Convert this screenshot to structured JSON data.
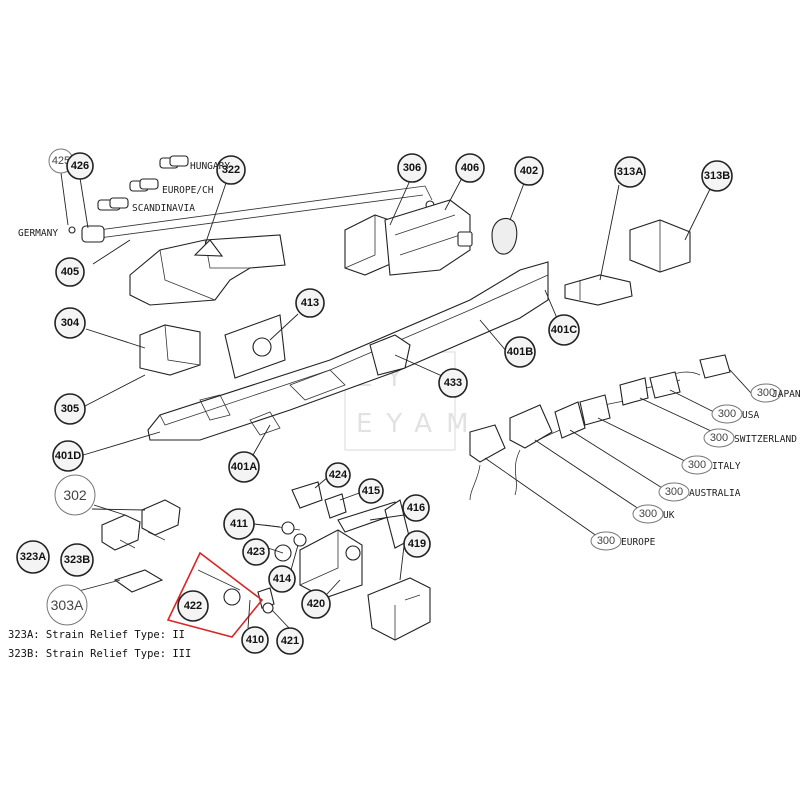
{
  "diagram": {
    "callouts": [
      "425",
      "426",
      "322",
      "306",
      "406",
      "402",
      "313A",
      "313B",
      "405",
      "304",
      "413",
      "401C",
      "401B",
      "305",
      "433",
      "401D",
      "401A",
      "424",
      "415",
      "411",
      "416",
      "423",
      "419",
      "414",
      "420",
      "422",
      "410",
      "421",
      "323A",
      "323B",
      "302",
      "303A"
    ],
    "variant_labels": {
      "plugs_left": [
        "HUNGARY",
        "EUROPE/CH",
        "SCANDINAVIA",
        "GERMANY"
      ],
      "power_cord_codes": [
        "300",
        "300",
        "300",
        "300",
        "300",
        "300",
        "300"
      ],
      "power_cord_regions": [
        "JAPAN",
        "USA",
        "SWITZERLAND",
        "ITALY",
        "AUSTRALIA",
        "UK",
        "EUROPE"
      ]
    },
    "notes": [
      "323A: Strain Relief Type: II",
      "323B: Strain Relief Type: III"
    ],
    "watermark": "EYAM"
  }
}
